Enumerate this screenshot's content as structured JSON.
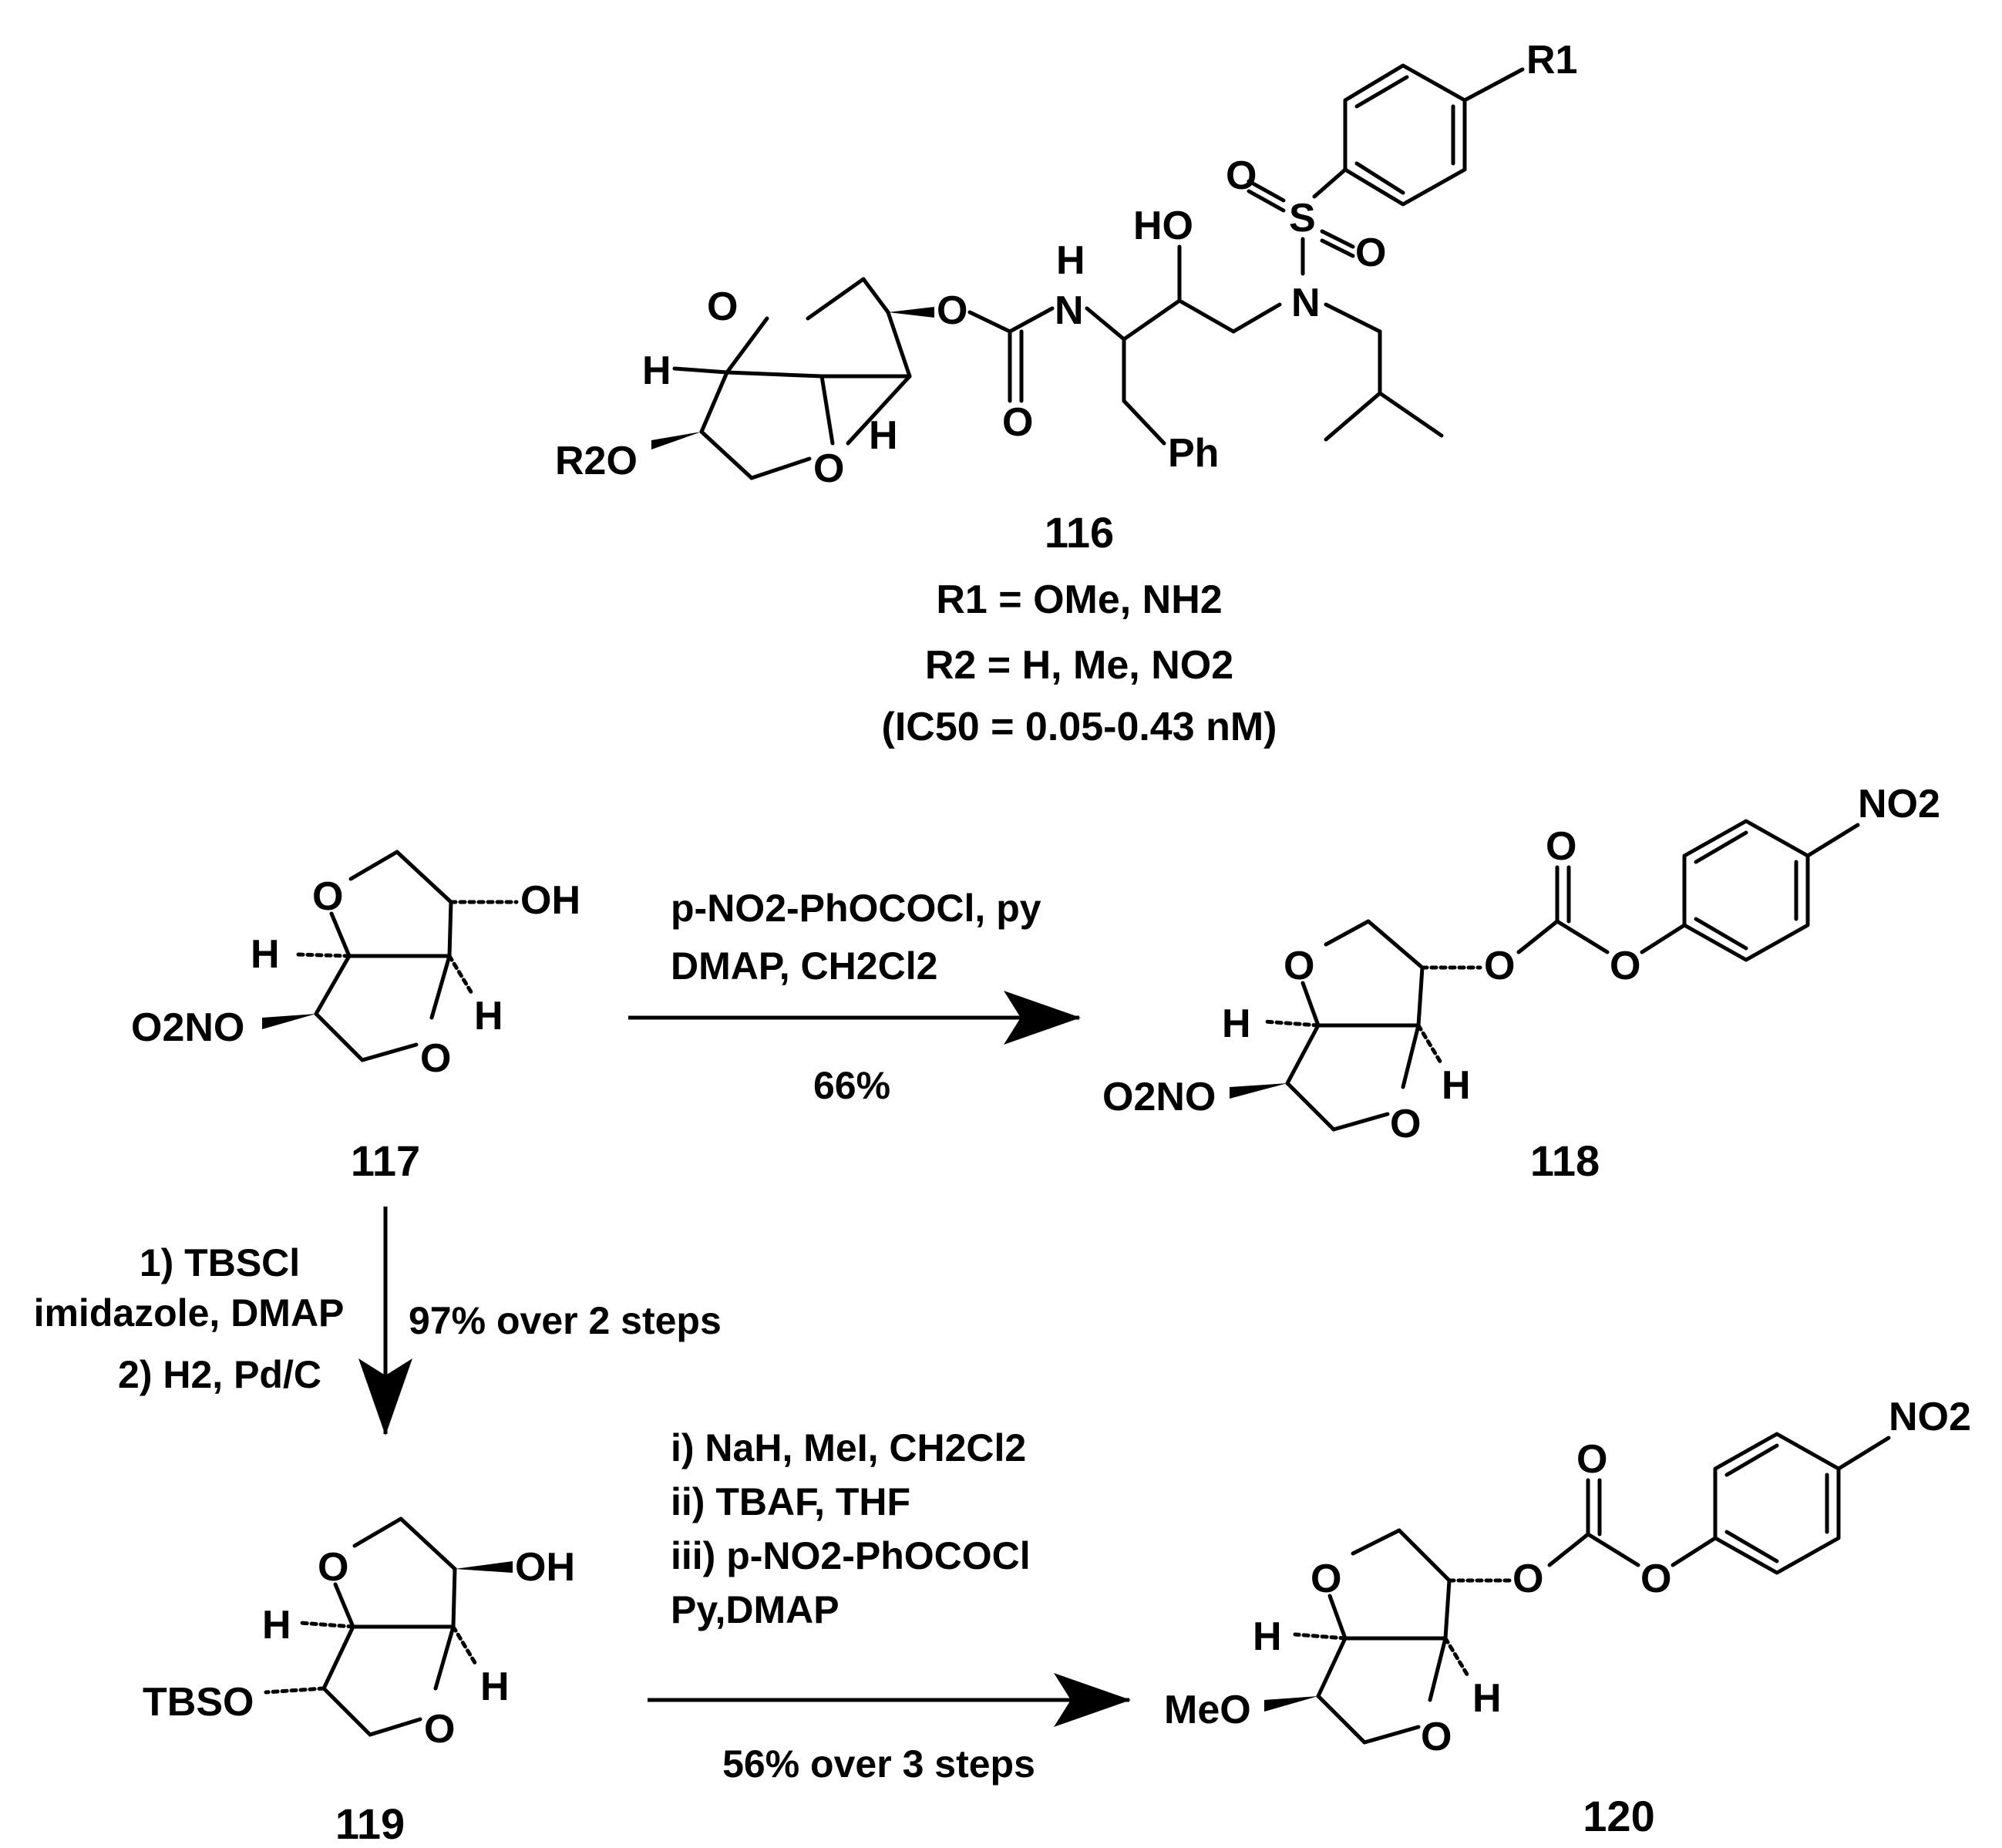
{
  "compound_116": {
    "number": "116",
    "r1_line": "R1 = OMe, NH2",
    "r2_line": "R2 = H, Me, NO2",
    "ic50_line": "(IC50 = 0.05-0.43 nM)",
    "atoms": {
      "o_ring_top": "O",
      "o_ring_bottom": "O",
      "h_left": "H",
      "h_right": "H",
      "r2o": "R2O",
      "o_ester": "O",
      "carbonyl_o": "O",
      "nh_n": "N",
      "nh_h": "H",
      "ho": "HO",
      "so2_s": "S",
      "so2_o1": "O",
      "so2_o2": "O",
      "sulfonamide_n": "N",
      "ph": "Ph",
      "r1": "R1"
    }
  },
  "compound_117": {
    "number": "117",
    "atoms": {
      "o_top": "O",
      "o_bottom": "O",
      "oh": "OH",
      "h_left": "H",
      "h_right": "H",
      "o2no": "O2NO"
    }
  },
  "compound_118": {
    "number": "118",
    "atoms": {
      "o_top": "O",
      "o_bottom": "O",
      "h_left": "H",
      "h_right": "H",
      "o2no": "O2NO",
      "o_ester": "O",
      "carbonyl_o": "O",
      "o_aryl": "O",
      "no2": "NO2"
    }
  },
  "compound_119": {
    "number": "119",
    "atoms": {
      "o_top": "O",
      "o_bottom": "O",
      "oh": "OH",
      "h_left": "H",
      "h_right": "H",
      "tbso": "TBSO"
    }
  },
  "compound_120": {
    "number": "120",
    "atoms": {
      "o_top": "O",
      "o_bottom": "O",
      "h_left": "H",
      "h_right": "H",
      "meo": "MeO",
      "o_ester": "O",
      "carbonyl_o": "O",
      "o_aryl": "O",
      "no2": "NO2"
    }
  },
  "reaction_117_to_118": {
    "reagents_line1": "p-NO2-PhOCOCl, py",
    "reagents_line2": "DMAP, CH2Cl2",
    "yield": "66%"
  },
  "reaction_117_to_119": {
    "step1_line1": "1) TBSCl",
    "step1_line2": "imidazole, DMAP",
    "step2": "2) H2, Pd/C",
    "yield": "97% over 2 steps"
  },
  "reaction_119_to_120": {
    "line1": "i) NaH, MeI, CH2Cl2",
    "line2": "ii) TBAF, THF",
    "line3": "iii) p-NO2-PhOCOCl",
    "line4": "Py,DMAP",
    "yield": "56% over 3 steps"
  }
}
